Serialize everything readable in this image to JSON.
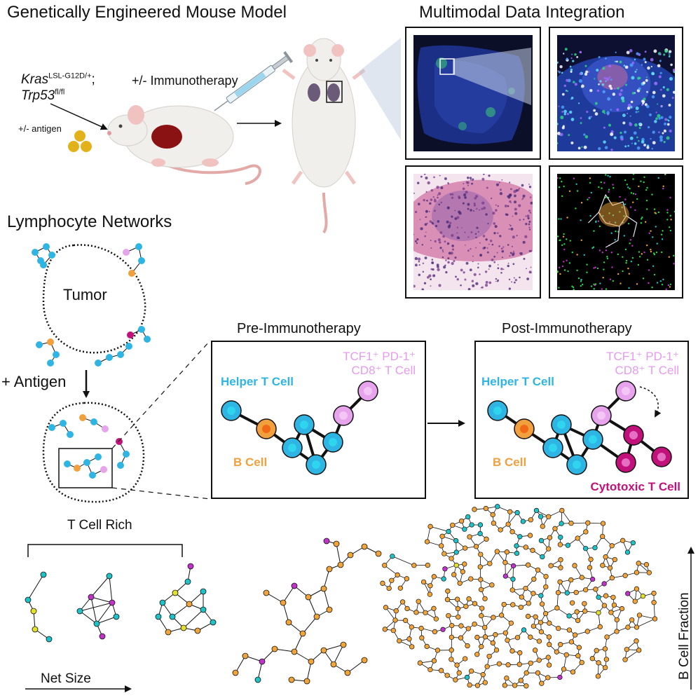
{
  "headings": {
    "gemm": "Genetically Engineered Mouse Model",
    "multimodal": "Multimodal Data Integration",
    "networks": "Lymphocyte Networks"
  },
  "gemm": {
    "kras_gene": "Kras",
    "kras_sup": "LSL-G12D/+",
    "kras_sep": ";",
    "trp_gene": "Trp53",
    "trp_sup": "fl/fl",
    "immunotherapy": "+/- Immunotherapy",
    "antigen": "+/- antigen"
  },
  "networks": {
    "tumor": "Tumor",
    "plus_antigen": "+ Antigen"
  },
  "pre_panel": {
    "title": "Pre-Immunotherapy",
    "tcf_line1": "TCF1⁺ PD-1⁺",
    "tcf_line2": "CD8⁺ T Cell",
    "helper": "Helper T Cell",
    "bcell": "B Cell"
  },
  "post_panel": {
    "title": "Post-Immunotherapy",
    "tcf_line1": "TCF1⁺ PD-1⁺",
    "tcf_line2": "CD8⁺ T Cell",
    "helper": "Helper T Cell",
    "bcell": "B Cell",
    "cytotoxic": "Cytotoxic T Cell"
  },
  "bottom": {
    "tcell_rich": "T Cell Rich",
    "net_size": "Net Size",
    "bcell_fraction": "B Cell Fraction"
  },
  "colors": {
    "helper": "#2fb5e3",
    "bcell": "#f2a03d",
    "cd8": "#e7a3ec",
    "cytotoxic": "#c2117a",
    "teal": "#1fc2c6",
    "orange": "#f0a43a",
    "magenta": "#c032c9",
    "yellow": "#e4e12c",
    "tumor_red": "#8b1212"
  }
}
